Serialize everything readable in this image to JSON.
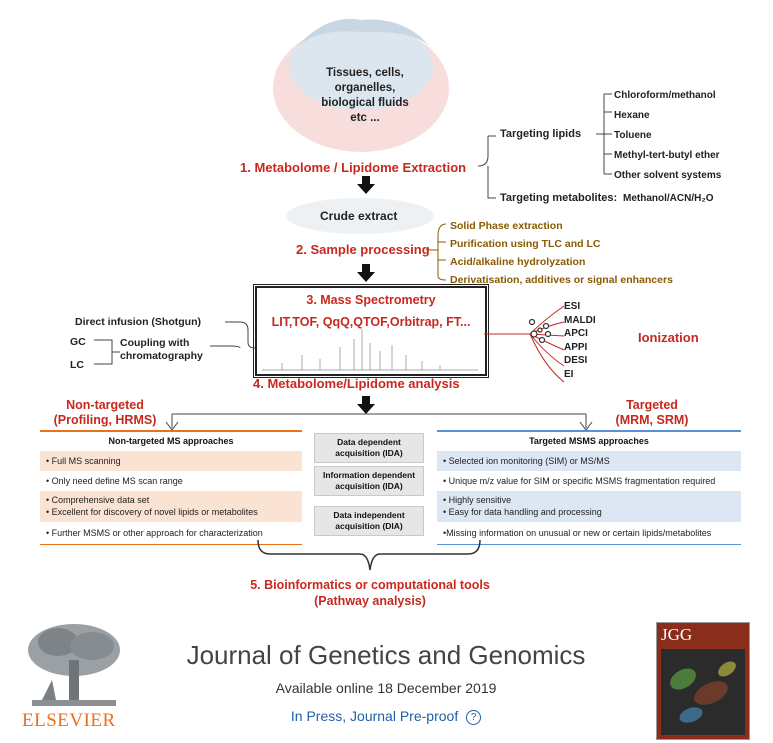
{
  "source_text": "Tissues, cells,\norganelles,\nbiological fluids\netc ...",
  "step1": "1. Metabolome / Lipidome Extraction",
  "targeting_lipids": "Targeting lipids",
  "solvents": [
    "Chloroform/methanol",
    "Hexane",
    "Toluene",
    "Methyl-tert-butyl ether",
    "Other solvent systems"
  ],
  "targeting_metabolites": "Targeting metabolites:",
  "metabolite_solvent": "Methanol/ACN/H₂O",
  "crude_extract": "Crude extract",
  "step2": "2. Sample processing",
  "processing_items": [
    "Solid Phase extraction",
    "Purification using TLC and LC",
    "Acid/alkaline hydrolyzation",
    "Derivatisation, additives or signal enhancers"
  ],
  "ms_title": "3. Mass Spectrometry",
  "ms_types": "LIT,TOF, QqQ,QTOF,Orbitrap, FT...",
  "direct_infusion": "Direct infusion (Shotgun)",
  "gc": "GC",
  "lc": "LC",
  "coupling": "Coupling with\nchromatography",
  "ionization_methods": [
    "ESI",
    "MALDI",
    "APCI",
    "APPI",
    "DESI",
    "EI"
  ],
  "ionization": "Ionization",
  "step4": "4. Metabolome/Lipidome analysis",
  "non_targeted": "Non-targeted\n(Profiling, HRMS)",
  "targeted": "Targeted\n(MRM, SRM)",
  "nt_header": "Non-targeted MS approaches",
  "nt_items": [
    "• Full MS scanning",
    "• Only need define MS scan range",
    "• Comprehensive data set",
    "• Excellent for discovery of novel lipids or metabolites",
    "• Further MSMS or other approach for characterization"
  ],
  "acq_modes": [
    "Data dependent\nacquisition (IDA)",
    "Information dependent\nacquisition (IDA)",
    "Data independent\nacquisition (DIA)"
  ],
  "t_header": "Targeted MSMS approaches",
  "t_items": [
    "• Selected ion monitoring (SIM) or MS/MS",
    "• Unique m/z value for SIM or specific MSMS fragmentation required",
    "• Highly sensitive",
    "• Easy for data handling and processing",
    "•Missing information on unusual or new or certain lipids/metabolites"
  ],
  "step5": "5. Bioinformatics or computational tools\n(Pathway analysis)",
  "journal": "Journal of Genetics and Genomics",
  "available": "Available online 18 December 2019",
  "in_press": "In Press, Journal Pre-proof",
  "publisher": "ELSEVIER",
  "cover_title": "JGG",
  "colors": {
    "red": "#c8281e",
    "olive": "#8a5a00",
    "link": "#1f5fa8",
    "elsevier": "#e9711c"
  }
}
